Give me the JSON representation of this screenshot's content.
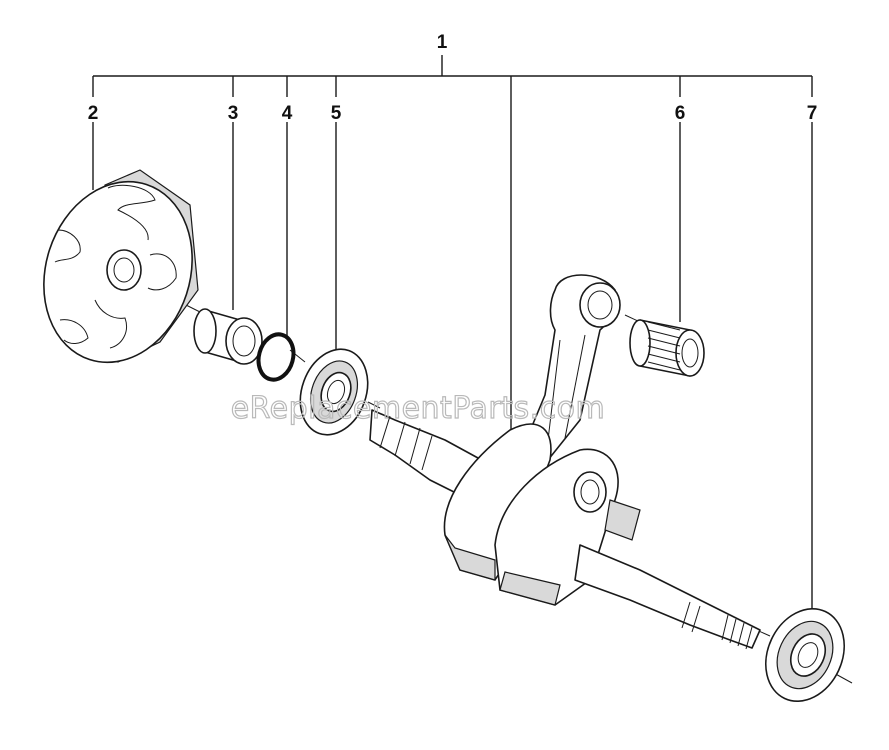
{
  "callouts": {
    "assembly": "1",
    "clutch": "2",
    "sleeve": "3",
    "ring": "4",
    "bearing_left": "5",
    "needle_bearing": "6",
    "bearing_right": "7"
  },
  "watermark": "eReplacementParts.com"
}
